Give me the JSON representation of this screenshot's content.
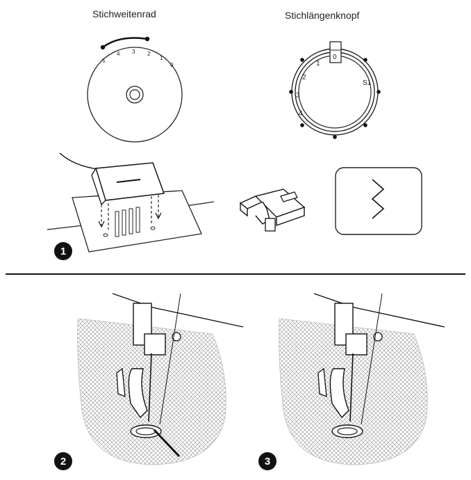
{
  "stitch_width_dial": {
    "caption": "Stichweitenrad",
    "numbers": [
      "5",
      "4",
      "3",
      "2",
      "1",
      "0"
    ]
  },
  "stitch_length_knob": {
    "caption": "Stichlängenknopf",
    "numbers": [
      "0",
      "1",
      "2",
      "3",
      "4",
      "S1"
    ]
  },
  "steps": [
    "1",
    "2",
    "3"
  ]
}
